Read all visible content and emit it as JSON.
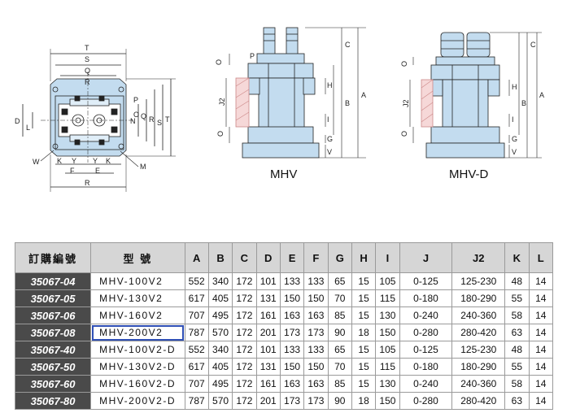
{
  "captions": {
    "mhv": "MHV",
    "mhv_d": "MHV-D"
  },
  "dim_labels": {
    "plan": [
      "T",
      "S",
      "Q",
      "R",
      "D",
      "L",
      "N",
      "O",
      "P",
      "Q",
      "R",
      "S",
      "T",
      "W",
      "K",
      "Y",
      "F",
      "Y",
      "E",
      "K",
      "R",
      "M"
    ],
    "mhv": [
      "C",
      "O",
      "P",
      "H",
      "J2",
      "I",
      "B",
      "A",
      "O",
      "G",
      "V"
    ],
    "mhvd": [
      "C",
      "O",
      "H",
      "J2",
      "I",
      "B",
      "A",
      "O",
      "G",
      "V"
    ]
  },
  "table": {
    "headers": [
      "訂購編號",
      "型 號",
      "A",
      "B",
      "C",
      "D",
      "E",
      "F",
      "G",
      "H",
      "I",
      "J",
      "J2",
      "K",
      "L"
    ],
    "rows": [
      [
        "35067-04",
        "MHV-100V2",
        "552",
        "340",
        "172",
        "101",
        "133",
        "133",
        "65",
        "15",
        "105",
        "0-125",
        "125-230",
        "48",
        "14"
      ],
      [
        "35067-05",
        "MHV-130V2",
        "617",
        "405",
        "172",
        "131",
        "150",
        "150",
        "70",
        "15",
        "115",
        "0-180",
        "180-290",
        "55",
        "14"
      ],
      [
        "35067-06",
        "MHV-160V2",
        "707",
        "495",
        "172",
        "161",
        "163",
        "163",
        "85",
        "15",
        "130",
        "0-240",
        "240-360",
        "58",
        "14"
      ],
      [
        "35067-08",
        "MHV-200V2",
        "787",
        "570",
        "172",
        "201",
        "173",
        "173",
        "90",
        "18",
        "150",
        "0-280",
        "280-420",
        "63",
        "14"
      ],
      [
        "35067-40",
        "MHV-100V2-D",
        "552",
        "340",
        "172",
        "101",
        "133",
        "133",
        "65",
        "15",
        "105",
        "0-125",
        "125-230",
        "48",
        "14"
      ],
      [
        "35067-50",
        "MHV-130V2-D",
        "617",
        "405",
        "172",
        "131",
        "150",
        "150",
        "70",
        "15",
        "115",
        "0-180",
        "180-290",
        "55",
        "14"
      ],
      [
        "35067-60",
        "MHV-160V2-D",
        "707",
        "495",
        "172",
        "161",
        "163",
        "163",
        "85",
        "15",
        "130",
        "0-240",
        "240-360",
        "58",
        "14"
      ],
      [
        "35067-80",
        "MHV-200V2-D",
        "787",
        "570",
        "172",
        "201",
        "173",
        "173",
        "90",
        "18",
        "150",
        "0-280",
        "280-420",
        "63",
        "14"
      ]
    ],
    "highlight_row": 3,
    "colors": {
      "code_bg": "#4a4a4a",
      "header_bg": "#d6d6d6",
      "highlight": "#2f4fb5",
      "drawing_fill": "#c3dcef"
    }
  }
}
